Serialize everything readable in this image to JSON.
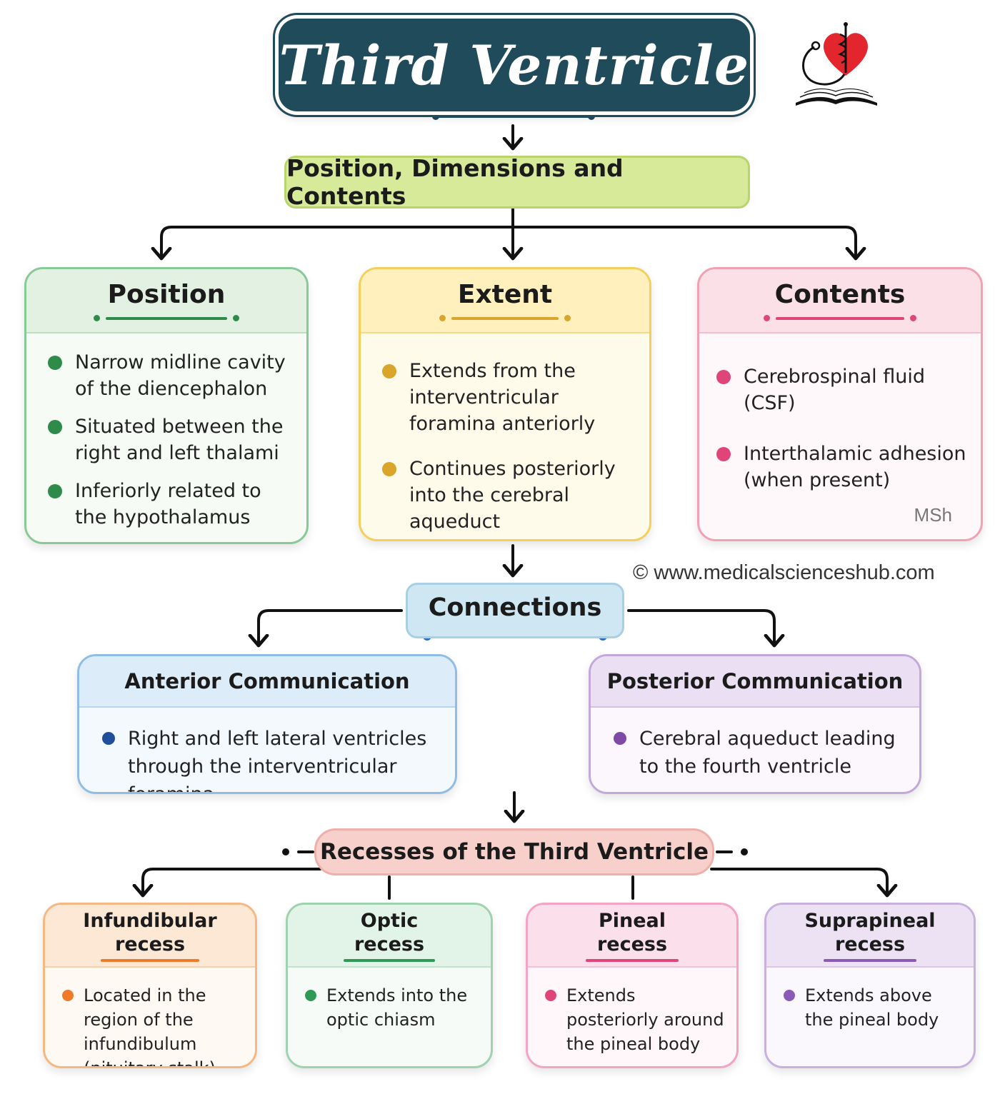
{
  "title": "Third Ventricle",
  "section_position": "Position, Dimensions and Contents",
  "cards_top": [
    {
      "title": "Position",
      "accent": "#2e8b4a",
      "items": [
        "Narrow midline cavity of the diencephalon",
        "Situated between the right and left thalami",
        "Inferiorly related to the hypothalamus"
      ]
    },
    {
      "title": "Extent",
      "accent": "#d9a52a",
      "items": [
        "Extends from the interventricular foramina anteriorly",
        "Continues posteriorly into the cerebral aqueduct"
      ]
    },
    {
      "title": "Contents",
      "accent": "#e0457a",
      "items": [
        "Cerebrospinal fluid (CSF)",
        "Interthalamic adhesion (when present)"
      ]
    }
  ],
  "watermark_initials": "MSh",
  "website": "© www.medicalscienceshub.com",
  "section_connections": "Connections",
  "communications": [
    {
      "title": "Anterior Communication",
      "accent": "#1f4f9a",
      "item": "Right and left lateral ventricles through the interventricular foramina"
    },
    {
      "title": "Posterior Communication",
      "accent": "#7d4aa8",
      "item": "Cerebral aqueduct leading to the fourth ventricle"
    }
  ],
  "section_recesses": "Recesses of the Third Ventricle",
  "recesses": [
    {
      "title_line1": "Infundibular",
      "title_line2": "recess",
      "accent": "#ef7a2a",
      "item": "Located in the region of the infundibulum (pituitary stalk)"
    },
    {
      "title_line1": "Optic",
      "title_line2": "recess",
      "accent": "#2e9a55",
      "item": "Extends into the optic chiasm"
    },
    {
      "title_line1": "Pineal",
      "title_line2": "recess",
      "accent": "#e0457a",
      "item": "Extends posteriorly around the pineal body"
    },
    {
      "title_line1": "Suprapineal",
      "title_line2": "recess",
      "accent": "#8a5bb6",
      "item": "Extends above the pineal body"
    }
  ],
  "logo": "stethoscope-heart-book-logo"
}
